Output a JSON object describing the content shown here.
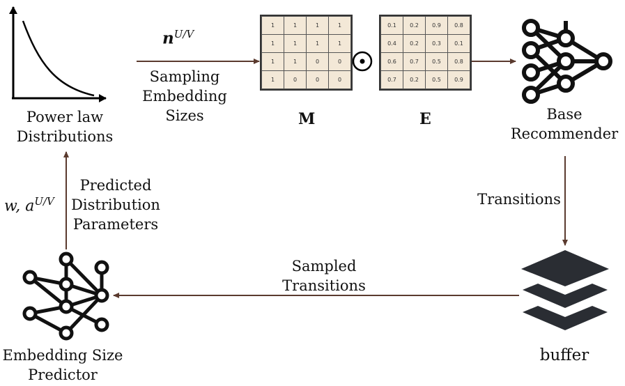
{
  "power_law": {
    "label_line1": "Power law",
    "label_line2": "Distributions"
  },
  "sampling": {
    "math_base": "n",
    "math_sup": "U/V",
    "line1": "Sampling",
    "line2": "Embedding",
    "line3": "Sizes"
  },
  "matrix_m": {
    "label": "M",
    "rows": [
      [
        "1",
        "1",
        "1",
        "1"
      ],
      [
        "1",
        "1",
        "1",
        "1"
      ],
      [
        "1",
        "1",
        "0",
        "0"
      ],
      [
        "1",
        "0",
        "0",
        "0"
      ]
    ]
  },
  "odot_symbol": "⊙",
  "matrix_e": {
    "label": "E",
    "rows": [
      [
        "0.1",
        "0.2",
        "0.9",
        "0.8"
      ],
      [
        "0.4",
        "0.2",
        "0.3",
        "0.1"
      ],
      [
        "0.6",
        "0.7",
        "0.5",
        "0.8"
      ],
      [
        "0.7",
        "0.2",
        "0.5",
        "0.9"
      ]
    ]
  },
  "base_recommender": {
    "line1": "Base",
    "line2": "Recommender"
  },
  "transitions": "Transitions",
  "buffer": "buffer",
  "sampled_transitions": {
    "line1": "Sampled",
    "line2": "Transitions"
  },
  "predictor": {
    "line1": "Embedding Size",
    "line2": "Predictor"
  },
  "predicted_params": {
    "line1": "Predicted",
    "line2": "Distribution",
    "line3": "Parameters"
  },
  "params_math": {
    "prefix": "w, a",
    "sup": "U/V"
  },
  "colors": {
    "arrow": "#5a3a2e",
    "matrix_fill": "#f3e8d7",
    "icon": "#111111"
  }
}
